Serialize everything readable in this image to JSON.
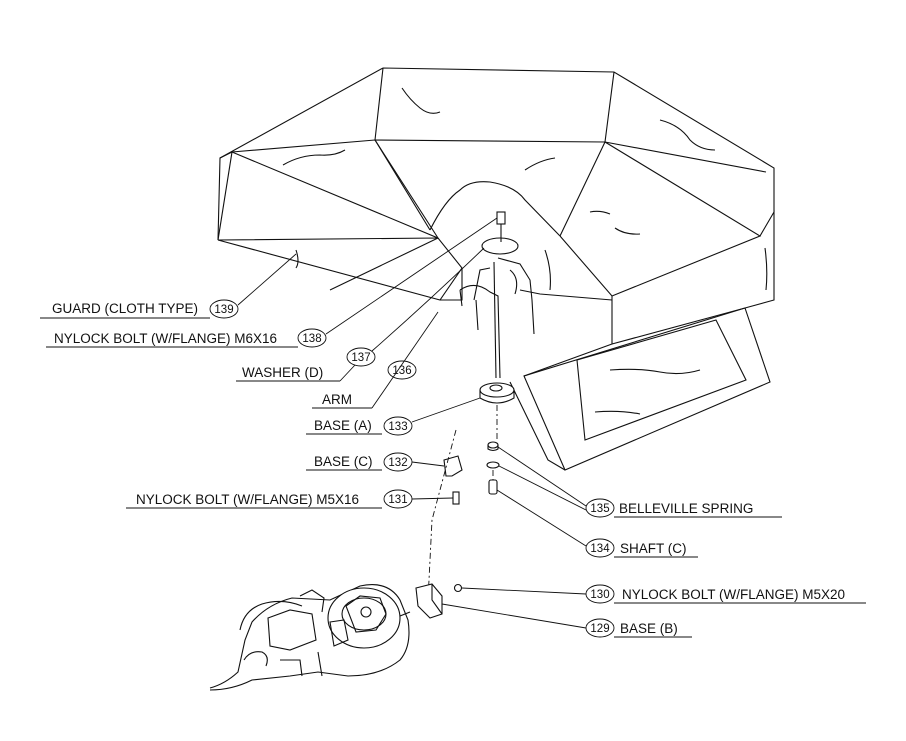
{
  "callouts": [
    {
      "id": "guard",
      "num": "139",
      "label": "GUARD (CLOTH TYPE)"
    },
    {
      "id": "nylock-m6",
      "num": "138",
      "label": "NYLOCK BOLT (W/FLANGE) M6X16"
    },
    {
      "id": "washer",
      "num": "137",
      "label": "WASHER (D)"
    },
    {
      "id": "arm",
      "num": "136",
      "label": "ARM"
    },
    {
      "id": "base-a",
      "num": "133",
      "label": "BASE (A)"
    },
    {
      "id": "base-c",
      "num": "132",
      "label": "BASE (C)"
    },
    {
      "id": "nylock-m5x16",
      "num": "131",
      "label": "NYLOCK BOLT (W/FLANGE) M5X16"
    },
    {
      "id": "belleville",
      "num": "135",
      "label": "BELLEVILLE SPRING"
    },
    {
      "id": "shaft-c",
      "num": "134",
      "label": "SHAFT (C)"
    },
    {
      "id": "nylock-m5x20",
      "num": "130",
      "label": "NYLOCK BOLT (W/FLANGE) M5X20"
    },
    {
      "id": "base-b",
      "num": "129",
      "label": "BASE (B)"
    }
  ]
}
